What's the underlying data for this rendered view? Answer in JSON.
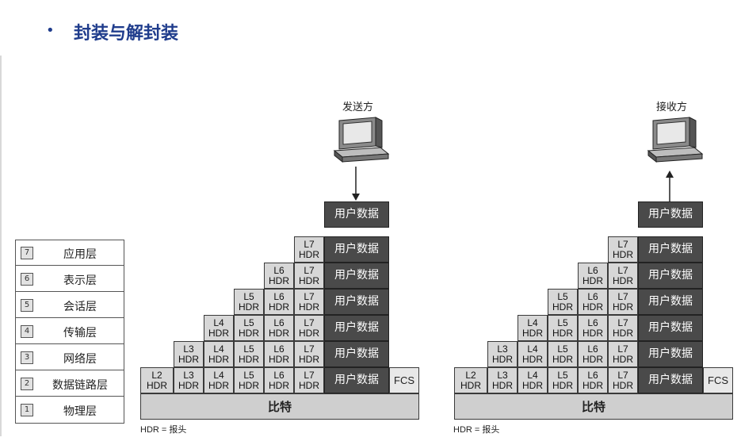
{
  "slide": {
    "bullet": "•",
    "title": "封装与解封装"
  },
  "osi_layers": [
    {
      "num": "7",
      "name": "应用层"
    },
    {
      "num": "6",
      "name": "表示层"
    },
    {
      "num": "5",
      "name": "会话层"
    },
    {
      "num": "4",
      "name": "传输层"
    },
    {
      "num": "3",
      "name": "网络层"
    },
    {
      "num": "2",
      "name": "数据链路层"
    },
    {
      "num": "1",
      "name": "物理层"
    }
  ],
  "sender": {
    "role": "发送方",
    "user_data": "用户数据",
    "rows": [
      {
        "headers": [
          [
            "L7",
            "HDR"
          ]
        ],
        "data": "用户数据"
      },
      {
        "headers": [
          [
            "L6",
            "HDR"
          ],
          [
            "L7",
            "HDR"
          ]
        ],
        "data": "用户数据"
      },
      {
        "headers": [
          [
            "L5",
            "HDR"
          ],
          [
            "L6",
            "HDR"
          ],
          [
            "L7",
            "HDR"
          ]
        ],
        "data": "用户数据"
      },
      {
        "headers": [
          [
            "L4",
            "HDR"
          ],
          [
            "L5",
            "HDR"
          ],
          [
            "L6",
            "HDR"
          ],
          [
            "L7",
            "HDR"
          ]
        ],
        "data": "用户数据"
      },
      {
        "headers": [
          [
            "L3",
            "HDR"
          ],
          [
            "L4",
            "HDR"
          ],
          [
            "L5",
            "HDR"
          ],
          [
            "L6",
            "HDR"
          ],
          [
            "L7",
            "HDR"
          ]
        ],
        "data": "用户数据"
      },
      {
        "headers": [
          [
            "L2",
            "HDR"
          ],
          [
            "L3",
            "HDR"
          ],
          [
            "L4",
            "HDR"
          ],
          [
            "L5",
            "HDR"
          ],
          [
            "L6",
            "HDR"
          ],
          [
            "L7",
            "HDR"
          ]
        ],
        "data": "用户数据",
        "trailer": "FCS"
      }
    ],
    "bits": "比特",
    "legend": "HDR = 报头"
  },
  "receiver": {
    "role": "接收方",
    "user_data": "用户数据",
    "rows": [
      {
        "headers": [
          [
            "L7",
            "HDR"
          ]
        ],
        "data": "用户数据"
      },
      {
        "headers": [
          [
            "L6",
            "HDR"
          ],
          [
            "L7",
            "HDR"
          ]
        ],
        "data": "用户数据"
      },
      {
        "headers": [
          [
            "L5",
            "HDR"
          ],
          [
            "L6",
            "HDR"
          ],
          [
            "L7",
            "HDR"
          ]
        ],
        "data": "用户数据"
      },
      {
        "headers": [
          [
            "L4",
            "HDR"
          ],
          [
            "L5",
            "HDR"
          ],
          [
            "L6",
            "HDR"
          ],
          [
            "L7",
            "HDR"
          ]
        ],
        "data": "用户数据"
      },
      {
        "headers": [
          [
            "L3",
            "HDR"
          ],
          [
            "L4",
            "HDR"
          ],
          [
            "L5",
            "HDR"
          ],
          [
            "L6",
            "HDR"
          ],
          [
            "L7",
            "HDR"
          ]
        ],
        "data": "用户数据"
      },
      {
        "headers": [
          [
            "L2",
            "HDR"
          ],
          [
            "L3",
            "HDR"
          ],
          [
            "L4",
            "HDR"
          ],
          [
            "L5",
            "HDR"
          ],
          [
            "L6",
            "HDR"
          ],
          [
            "L7",
            "HDR"
          ]
        ],
        "data": "用户数据",
        "trailer": "FCS"
      }
    ],
    "bits": "比特",
    "legend": "HDR = 报头"
  }
}
